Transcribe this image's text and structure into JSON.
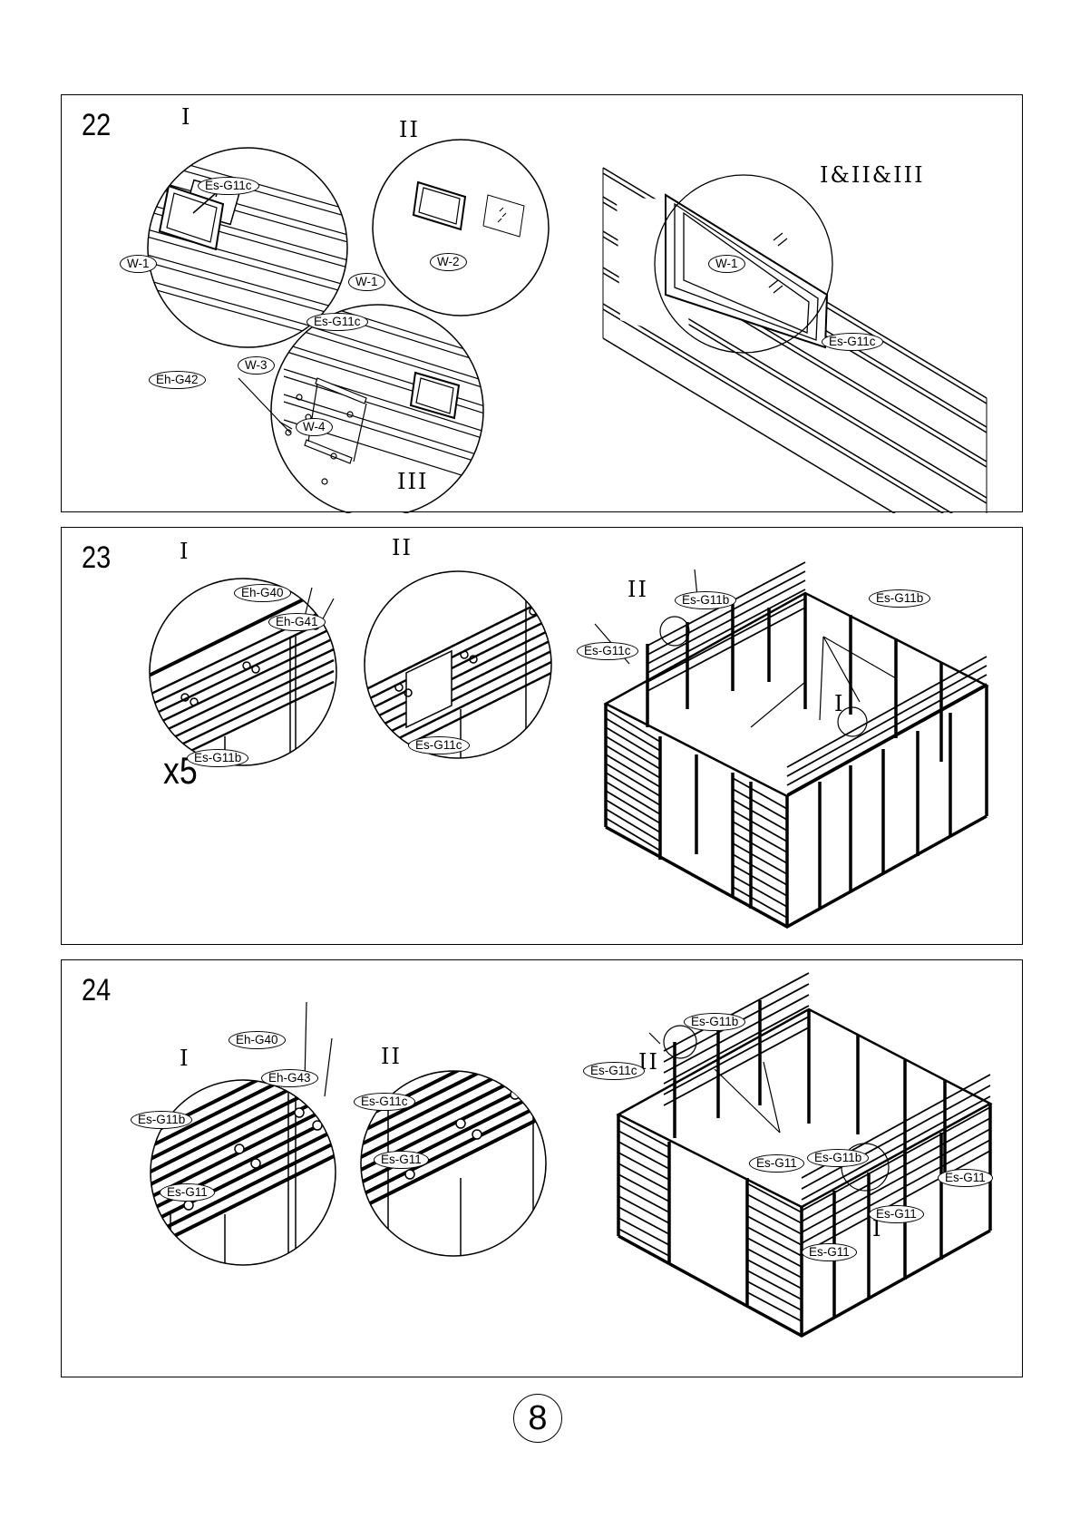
{
  "steps": {
    "s22": {
      "number": "22",
      "views": {
        "i": "I",
        "ii": "II",
        "iii": "III",
        "combined": "I&II&III"
      },
      "tags": {
        "es_g11c_a": "Es-G11c",
        "w1_a": "W-1",
        "w1_b": "W-1",
        "w2": "W-2",
        "es_g11c_b": "Es-G11c",
        "w3": "W-3",
        "eh_g42": "Eh-G42",
        "w4": "W-4",
        "w1_c": "W-1",
        "es_g11c_c": "Es-G11c"
      }
    },
    "s23": {
      "number": "23",
      "views": {
        "i": "I",
        "ii": "II",
        "ii_main": "II",
        "i_main": "I"
      },
      "quantity": "x5",
      "tags": {
        "eh_g40": "Eh-G40",
        "eh_g41": "Eh-G41",
        "es_g11b_a": "Es-G11b",
        "es_g11c_a": "Es-G11c",
        "es_g11b_b": "Es-G11b",
        "es_g11c_b": "Es-G11c",
        "es_g11b_c": "Es-G11b"
      }
    },
    "s24": {
      "number": "24",
      "views": {
        "i": "I",
        "ii": "II",
        "ii_main": "II",
        "i_main": "I"
      },
      "tags": {
        "eh_g40": "Eh-G40",
        "eh_g43": "Eh-G43",
        "es_g11b_a": "Es-G11b",
        "es_g11_a": "Es-G11",
        "es_g11c_a": "Es-G11c",
        "es_g11_b": "Es-G11",
        "es_g11b_b": "Es-G11b",
        "es_g11c_b": "Es-G11c",
        "es_g11_c": "Es-G11",
        "es_g11b_c": "Es-G11b",
        "es_g11_d": "Es-G11",
        "es_g11_e": "Es-G11",
        "es_g11_f": "Es-G11"
      }
    }
  },
  "page_number": "8"
}
